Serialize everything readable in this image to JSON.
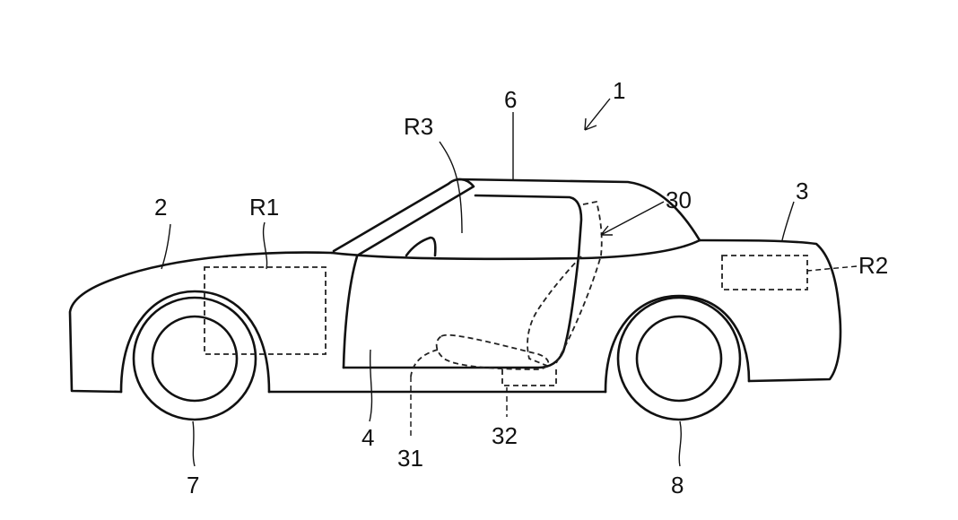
{
  "labels": {
    "vehicle": "1",
    "front": "2",
    "rear": "3",
    "door": "4",
    "roof": "6",
    "front_wheel": "7",
    "rear_wheel": "8",
    "seat_system": "30",
    "seat_cushion": "31",
    "seat_back": "32",
    "region_front": "R1",
    "region_rear": "R2",
    "region_cabin": "R3"
  }
}
